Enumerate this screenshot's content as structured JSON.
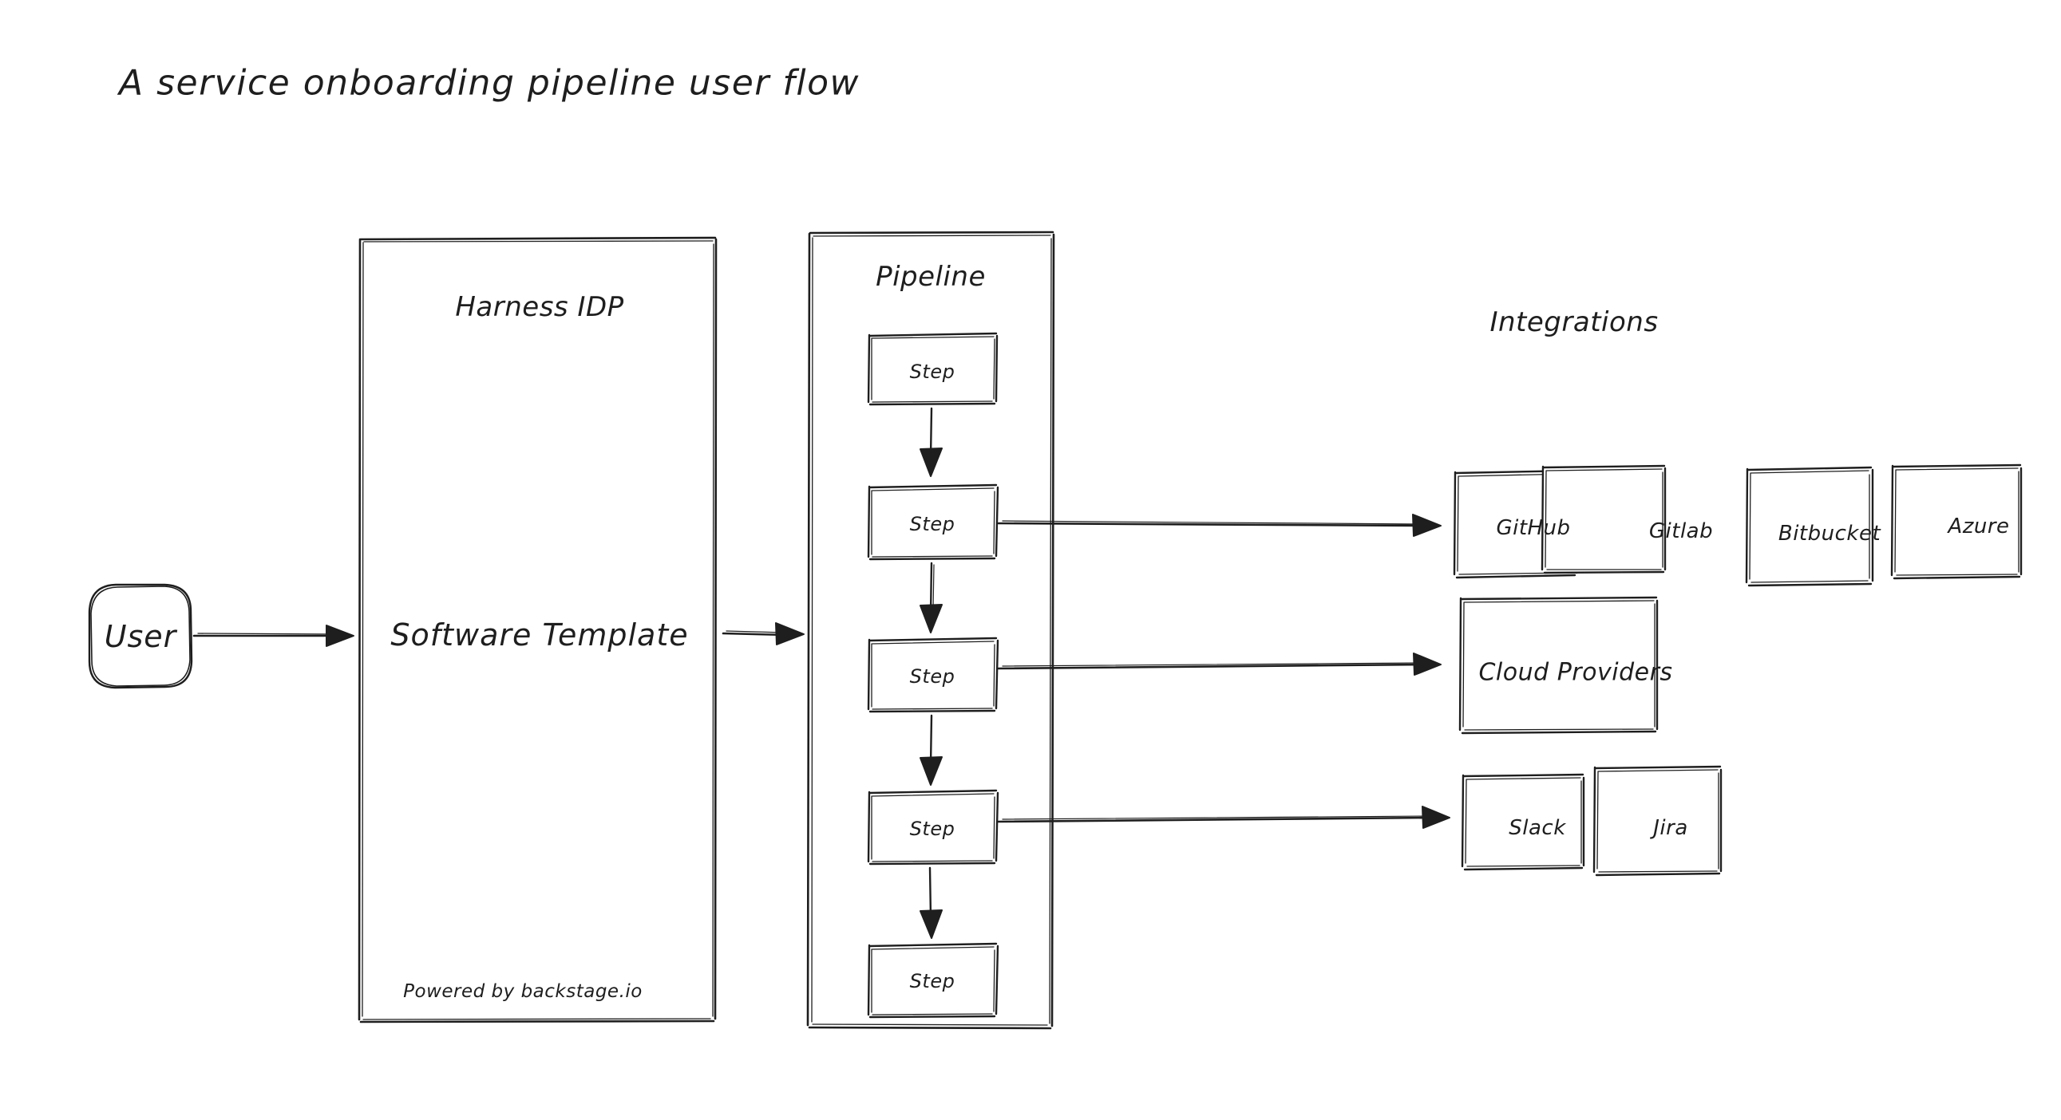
{
  "title": "A service onboarding pipeline user flow",
  "nodes": {
    "user": {
      "label": "User"
    },
    "harness": {
      "group_title": "Harness IDP",
      "main_label": "Software Template",
      "footer_label": "Powered by backstage.io"
    },
    "pipeline": {
      "group_title": "Pipeline",
      "steps": [
        {
          "label": "Step"
        },
        {
          "label": "Step"
        },
        {
          "label": "Step"
        },
        {
          "label": "Step"
        },
        {
          "label": "Step"
        }
      ]
    },
    "integrations": {
      "group_title": "Integrations",
      "scm_row": [
        {
          "label": "GitHub"
        },
        {
          "label": "Gitlab"
        },
        {
          "label": "Bitbucket"
        },
        {
          "label": "Azure"
        }
      ],
      "cloud_row": [
        {
          "label": "Cloud Providers"
        }
      ],
      "tools_row": [
        {
          "label": "Slack"
        },
        {
          "label": "Jira"
        }
      ]
    }
  },
  "colors": {
    "stroke": "#1e1e1e",
    "background": "#ffffff",
    "text": "#1e1e1e"
  }
}
